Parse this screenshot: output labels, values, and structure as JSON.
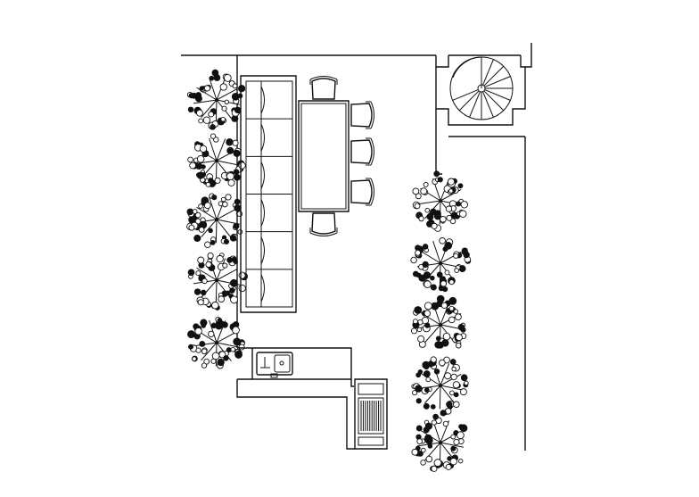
{
  "drawing": {
    "type": "architectural-plan",
    "view": "top-down",
    "line_color": "#111111",
    "background": "#ffffff",
    "elements": {
      "planters_left_count": 5,
      "planters_right_count": 5,
      "sofa_seat_modules": 6,
      "dining_chairs": 5,
      "spiral_stair_treads": 12,
      "grill_slats": 10
    }
  }
}
